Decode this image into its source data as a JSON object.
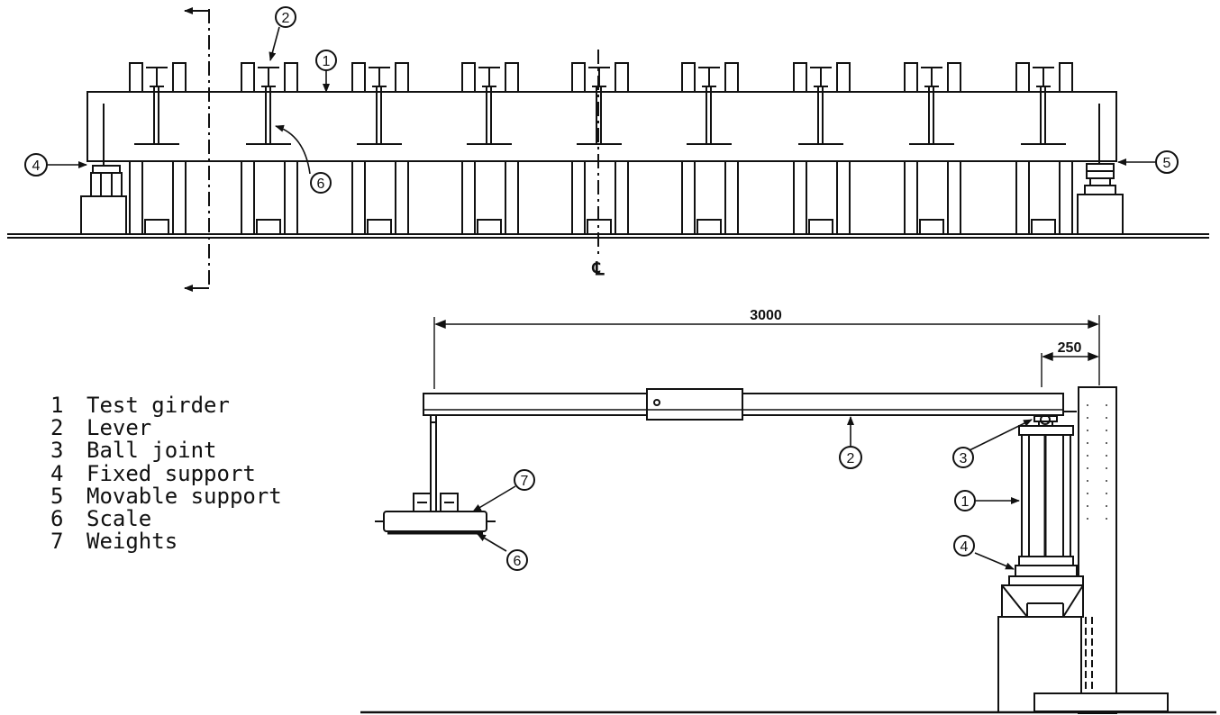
{
  "legend": [
    {
      "num": "1",
      "label": "Test girder"
    },
    {
      "num": "2",
      "label": "Lever"
    },
    {
      "num": "3",
      "label": "Ball joint"
    },
    {
      "num": "4",
      "label": "Fixed support"
    },
    {
      "num": "5",
      "label": "Movable support"
    },
    {
      "num": "6",
      "label": "Scale"
    },
    {
      "num": "7",
      "label": "Weights"
    }
  ],
  "dimensions": {
    "span": "3000",
    "offset": "250"
  },
  "centerline_symbol": "℄",
  "callouts": {
    "elevation": [
      "1",
      "2",
      "4",
      "5",
      "6"
    ],
    "section": [
      "1",
      "2",
      "3",
      "4",
      "6",
      "7"
    ]
  }
}
